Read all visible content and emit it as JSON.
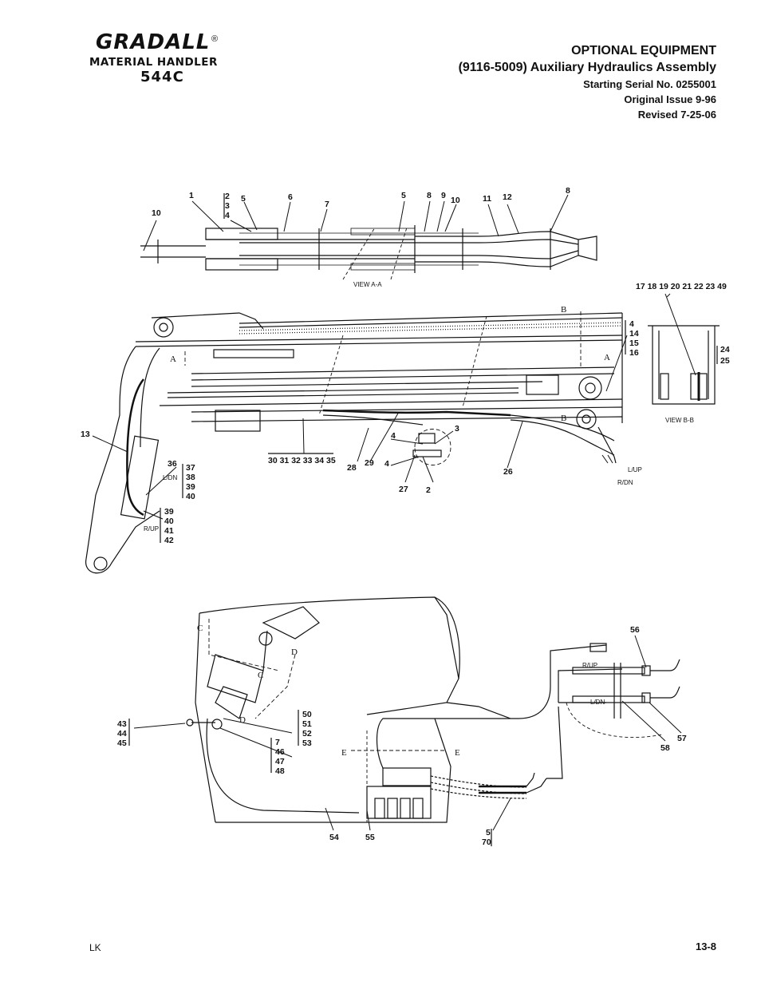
{
  "logo": {
    "brand": "GRADALL",
    "registered": "®",
    "line2": "MATERIAL HANDLER",
    "model": "544C"
  },
  "header": {
    "title": "OPTIONAL EQUIPMENT",
    "subtitle": "(9116-5009) Auxiliary Hydraulics Assembly",
    "serial": "Starting Serial No. 0255001",
    "issue": "Original Issue 9-96",
    "revised": "Revised 7-25-06"
  },
  "views": {
    "aa": "VIEW A-A",
    "bb": "VIEW B-B"
  },
  "callouts": {
    "c1": "1",
    "c2": "2",
    "c3": "3",
    "c4": "4",
    "c5": "5",
    "c6": "6",
    "c7": "7",
    "c8": "8",
    "c9": "9",
    "c10": "10",
    "c11": "11",
    "c12": "12",
    "c13": "13",
    "c26": "26",
    "c27": "27",
    "c28": "28",
    "c29": "29",
    "c36": "36",
    "c54": "54",
    "c55": "55",
    "c56": "56",
    "c57": "57",
    "c58": "58",
    "stack_234": [
      "2",
      "3",
      "4"
    ],
    "bb_list": "17 18 19 20 21 22 23 49",
    "stack_4_16": [
      "4",
      "14",
      "15",
      "16"
    ],
    "stack_24_25": [
      "24",
      "25"
    ],
    "list_30_35": "30 31 32 33 34 35",
    "stack_37_40": [
      "37",
      "38",
      "39",
      "40"
    ],
    "stack_39_42": [
      "39",
      "40",
      "41",
      "42"
    ],
    "stack_43_45": [
      "43",
      "44",
      "45"
    ],
    "stack_50_53": [
      "50",
      "51",
      "52",
      "53"
    ],
    "stack_7_48": [
      "7",
      "46",
      "47",
      "48"
    ],
    "stack_5_70": [
      "5",
      "70"
    ]
  },
  "labels": {
    "ldn": "L/DN",
    "rup": "R/UP",
    "lup": "L/UP",
    "rdn": "R/DN",
    "rup_box": "R/UP",
    "ldn_box": "L/DN",
    "a": "A",
    "b": "B",
    "c": "C",
    "d": "D",
    "e": "E"
  },
  "footer": {
    "left": "LK",
    "right": "13-8"
  }
}
